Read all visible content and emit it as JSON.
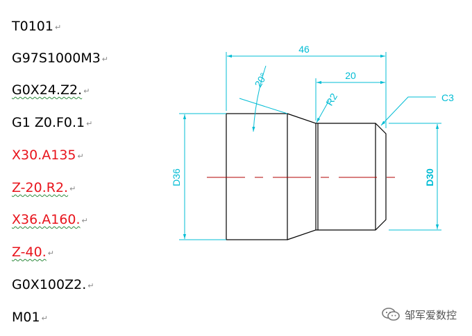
{
  "program": [
    {
      "text": "T0101",
      "color": "#000000",
      "underline": false
    },
    {
      "text": "G97S1000M3",
      "color": "#000000",
      "underline": false
    },
    {
      "text": "G0X24.Z2.",
      "color": "#000000",
      "underline": true
    },
    {
      "text": "G1 Z0.F0.1",
      "color": "#000000",
      "underline": false
    },
    {
      "text": "X30.A135",
      "color": "#e8141c",
      "underline": false
    },
    {
      "text": "Z-20.R2.",
      "color": "#e8141c",
      "underline": true
    },
    {
      "text": "X36.A160.",
      "color": "#e8141c",
      "underline": true
    },
    {
      "text": "Z-40.",
      "color": "#e8141c",
      "underline": true
    },
    {
      "text": "G0X100Z2.",
      "color": "#000000",
      "underline": false
    },
    {
      "text": "M01",
      "color": "#000000",
      "underline": false
    }
  ],
  "paragraph_mark": "↵",
  "drawing": {
    "dim_color": "#00bcd4",
    "centerline_color": "#b00000",
    "dimensions": {
      "overall_length": "46",
      "step_length": "20",
      "taper_angle": "20°",
      "fillet": "R2",
      "chamfer": "C3",
      "large_diameter": "D36",
      "small_diameter": "D30"
    }
  },
  "watermark": {
    "icon": "wechat-icon",
    "text": "邹军爱数控"
  }
}
